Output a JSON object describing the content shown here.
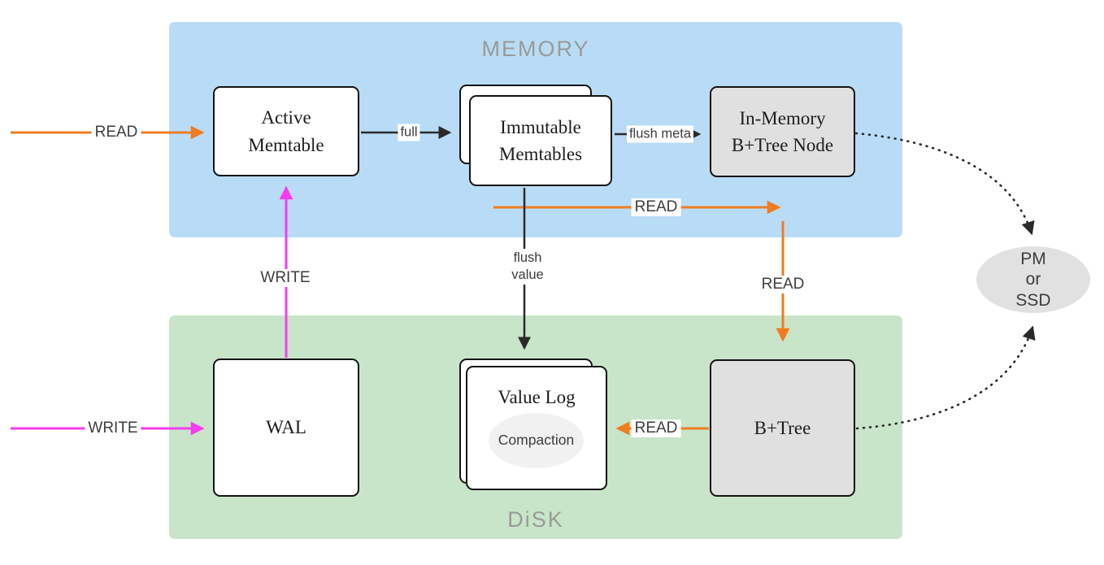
{
  "regions": {
    "memory": {
      "label": "MEMORY"
    },
    "disk": {
      "label": "DiSK"
    }
  },
  "nodes": {
    "active_memtable": {
      "label": "Active Memtable"
    },
    "immutable_memtables": {
      "label": "Immutable Memtables"
    },
    "in_memory_bptree": {
      "label": "In-Memory B+Tree Node"
    },
    "wal": {
      "label": "WAL"
    },
    "value_log": {
      "label": "Value Log"
    },
    "compaction": {
      "label": "Compaction"
    },
    "bptree": {
      "label": "B+Tree"
    },
    "pm_ssd": {
      "lines": [
        "PM",
        "or",
        "SSD"
      ]
    }
  },
  "edge_labels": {
    "read_into_active": "READ",
    "full": "full",
    "flush_meta": "flush meta",
    "read_mid": "READ",
    "read_down": "READ",
    "flush_value_lines": [
      "flush",
      "value"
    ],
    "write_up": "WRITE",
    "write_into_wal": "WRITE",
    "read_into_valuelog": "READ"
  },
  "colors": {
    "read_arrow": "#EE7D21",
    "write_arrow": "#F73BF2",
    "flow_arrow": "#2A2A2A",
    "memory_region_bg": "#B9DCF6",
    "disk_region_bg": "#C8E5C9",
    "gray_node_bg": "#E0E0E0",
    "storage_ellipse_bg": "#E1E1E1",
    "compaction_ellipse_bg": "#F1F1F1",
    "region_label_text": "#9A9A96",
    "edge_label_text": "#3D3D3D",
    "node_border": "#141414",
    "canvas_bg": "#FFFFFF"
  }
}
